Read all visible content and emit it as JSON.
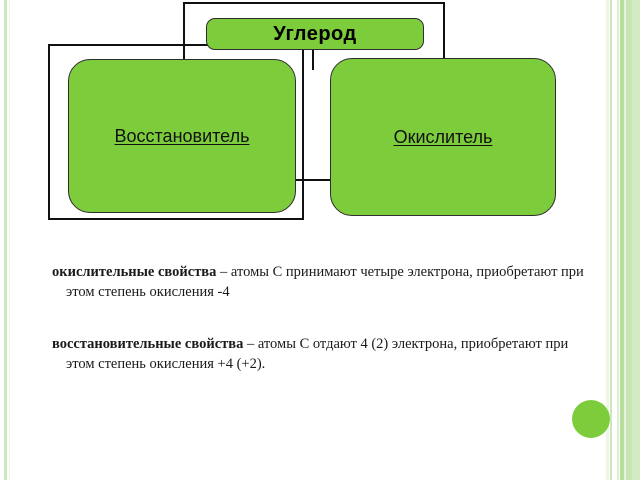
{
  "slide": {
    "background_color": "#ffffff",
    "accent_color": "#7dcc3c",
    "outline_color": "#111111"
  },
  "diagram": {
    "title_node": {
      "label": "Углерод",
      "fill": "#7dcc3c"
    },
    "branch_nodes": [
      {
        "label": "Восстановитель",
        "fill": "#7dcc3c"
      },
      {
        "label": "Окислитель",
        "fill": "#7dcc3c"
      }
    ]
  },
  "body": {
    "paragraphs": [
      {
        "lead": "окислительные свойства",
        "rest": " – атомы С принимают четыре электрона, приобретают при этом степень окисления -4"
      },
      {
        "lead": "восстановительные свойства",
        "rest": " – атомы С отдают 4 (2) электрона, приобретают при этом степень окисления +4 (+2)."
      }
    ]
  },
  "decor": {
    "corner_dot_name": "green-circle-decoration",
    "edge_stripe_name": "edge-stripe-decoration"
  }
}
